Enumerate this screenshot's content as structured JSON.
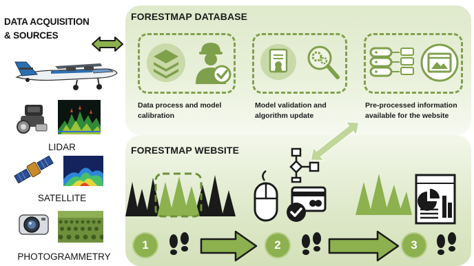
{
  "sources": {
    "title_line1": "DATA ACQUISITION",
    "title_line2": "& SOURCES",
    "lidar_label": "LIDAR",
    "satellite_label": "SATELLITE",
    "photogrammetry_label": "PHOTOGRAMMETRY"
  },
  "database": {
    "title": "FORESTMAP DATABASE",
    "step1_caption_line1": "Data process and model",
    "step1_caption_line2": "calibration",
    "step2_caption_line1": "Model validation and",
    "step2_caption_line2": "algorithm update",
    "step3_caption_line1": "Pre-processed information",
    "step3_caption_line2": "available for the website"
  },
  "website": {
    "title": "FORESTMAP WEBSITE",
    "steps": [
      "1",
      "2",
      "3"
    ]
  },
  "colors": {
    "accent_green": "#8cb14e",
    "dark_green": "#4f7a2a",
    "panel_green": "#dfe9cb"
  }
}
